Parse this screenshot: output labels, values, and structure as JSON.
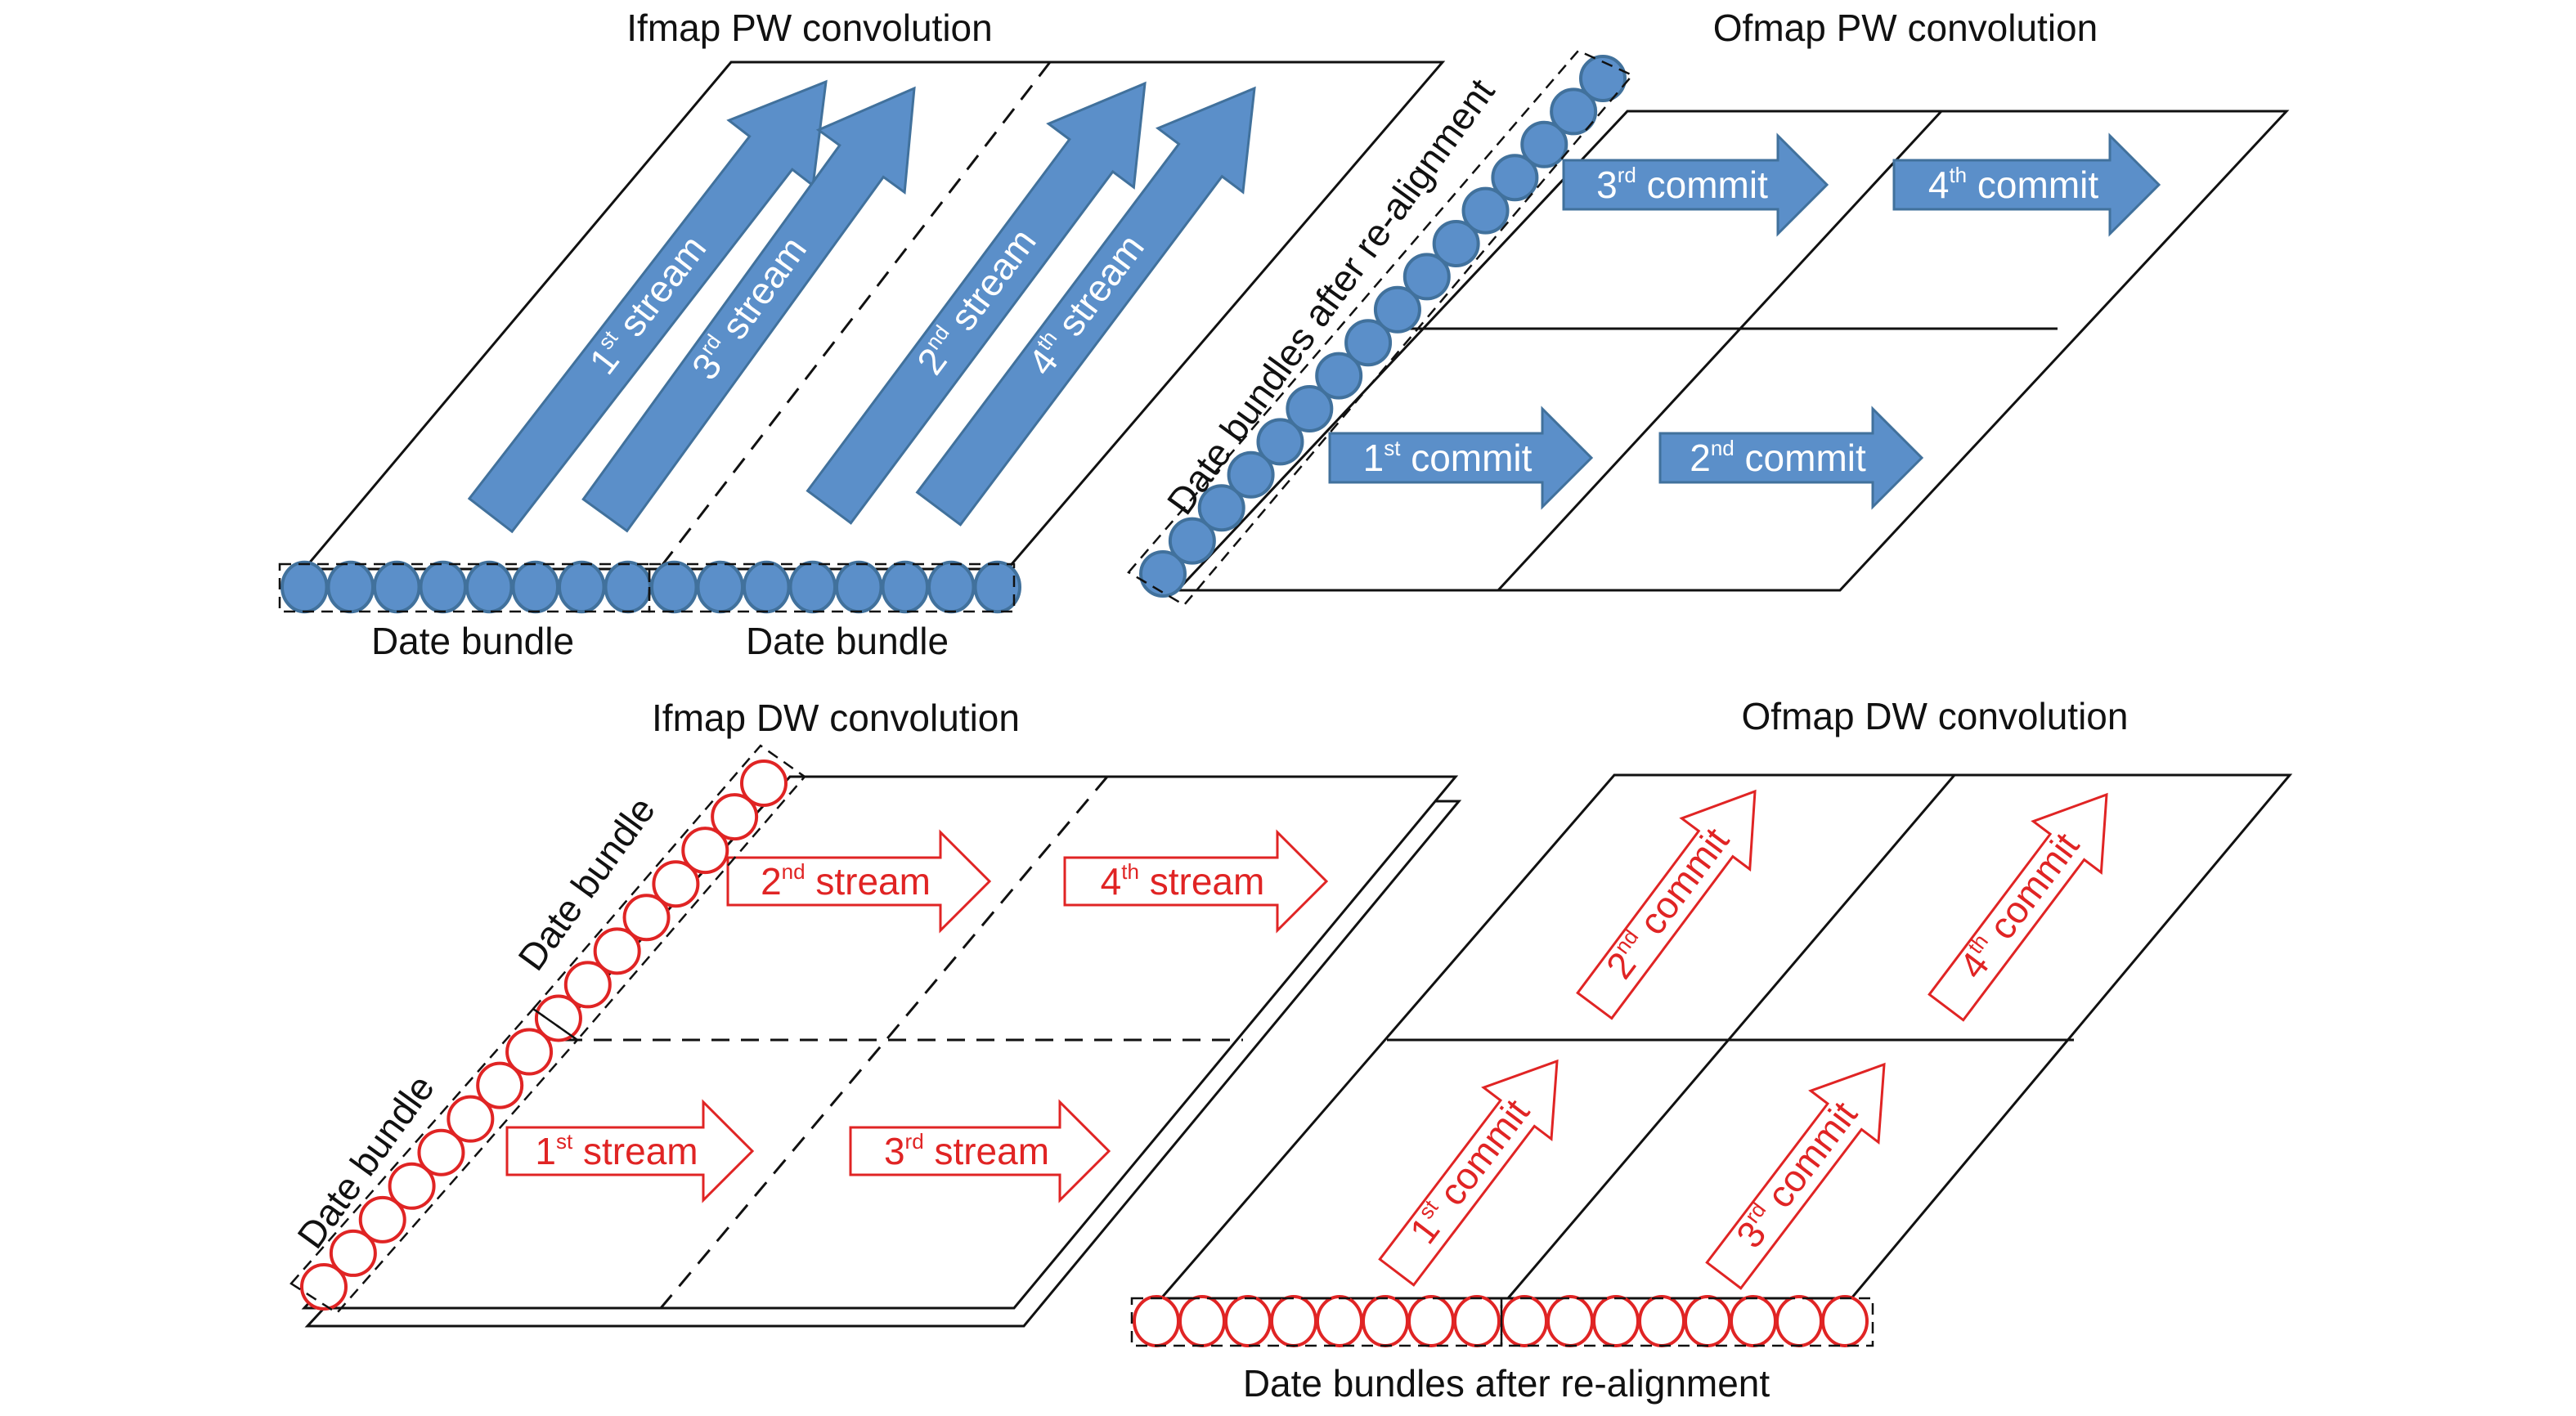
{
  "figure": {
    "colors": {
      "pw_fill": "#5b8fc9",
      "pw_stroke": "#41719c",
      "dw_stroke": "#e02424",
      "line": "#111111"
    },
    "panels": {
      "ifmap_pw": {
        "title": "Ifmap PW convolution",
        "bundle_labels": [
          "Date bundle",
          "Date bundle"
        ],
        "bundle_size": 8,
        "arrows": [
          {
            "num": "1",
            "sup": "st",
            "word": "stream"
          },
          {
            "num": "3",
            "sup": "rd",
            "word": "stream"
          },
          {
            "num": "2",
            "sup": "nd",
            "word": "stream"
          },
          {
            "num": "4",
            "sup": "th",
            "word": "stream"
          }
        ]
      },
      "ofmap_pw": {
        "title": "Ofmap PW convolution",
        "bundle_label": "Date bundles after re-alignment",
        "bundle_size": 8,
        "arrows": [
          {
            "num": "3",
            "sup": "rd",
            "word": "commit"
          },
          {
            "num": "4",
            "sup": "th",
            "word": "commit"
          },
          {
            "num": "1",
            "sup": "st",
            "word": "commit"
          },
          {
            "num": "2",
            "sup": "nd",
            "word": "commit"
          }
        ]
      },
      "ifmap_dw": {
        "title": "Ifmap DW convolution",
        "bundle_labels": [
          "Date bundle",
          "Date bundle"
        ],
        "bundle_size": 8,
        "arrows": [
          {
            "num": "2",
            "sup": "nd",
            "word": "stream"
          },
          {
            "num": "4",
            "sup": "th",
            "word": "stream"
          },
          {
            "num": "1",
            "sup": "st",
            "word": "stream"
          },
          {
            "num": "3",
            "sup": "rd",
            "word": "stream"
          }
        ]
      },
      "ofmap_dw": {
        "title": "Ofmap DW convolution",
        "bundle_label": "Date bundles after re-alignment",
        "bundle_size": 8,
        "arrows": [
          {
            "num": "2",
            "sup": "nd",
            "word": "commit"
          },
          {
            "num": "4",
            "sup": "th",
            "word": "commit"
          },
          {
            "num": "1",
            "sup": "st",
            "word": "commit"
          },
          {
            "num": "3",
            "sup": "rd",
            "word": "commit"
          }
        ]
      }
    }
  }
}
